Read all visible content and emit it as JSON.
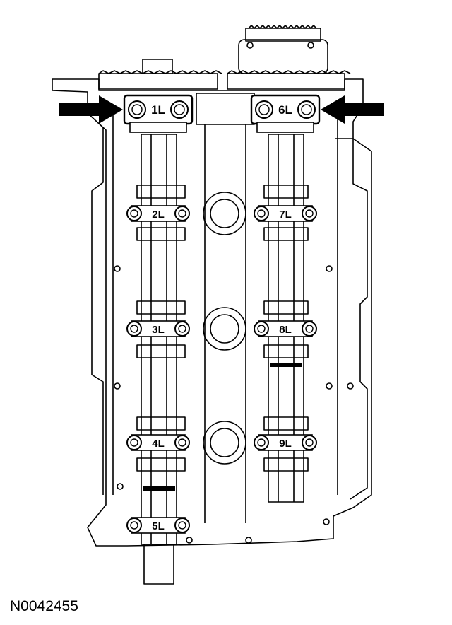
{
  "figure": {
    "id": "N0042455"
  },
  "caps": [
    {
      "label": "1L",
      "highlighted": true
    },
    {
      "label": "6L",
      "highlighted": true
    },
    {
      "label": "2L",
      "highlighted": false
    },
    {
      "label": "7L",
      "highlighted": false
    },
    {
      "label": "3L",
      "highlighted": false
    },
    {
      "label": "8L",
      "highlighted": false
    },
    {
      "label": "4L",
      "highlighted": false
    },
    {
      "label": "9L",
      "highlighted": false
    },
    {
      "label": "5L",
      "highlighted": false
    }
  ],
  "arrows": [
    {
      "direction": "right",
      "target": "1L"
    },
    {
      "direction": "left",
      "target": "6L"
    }
  ],
  "colors": {
    "line": "#000000",
    "background": "#ffffff"
  }
}
